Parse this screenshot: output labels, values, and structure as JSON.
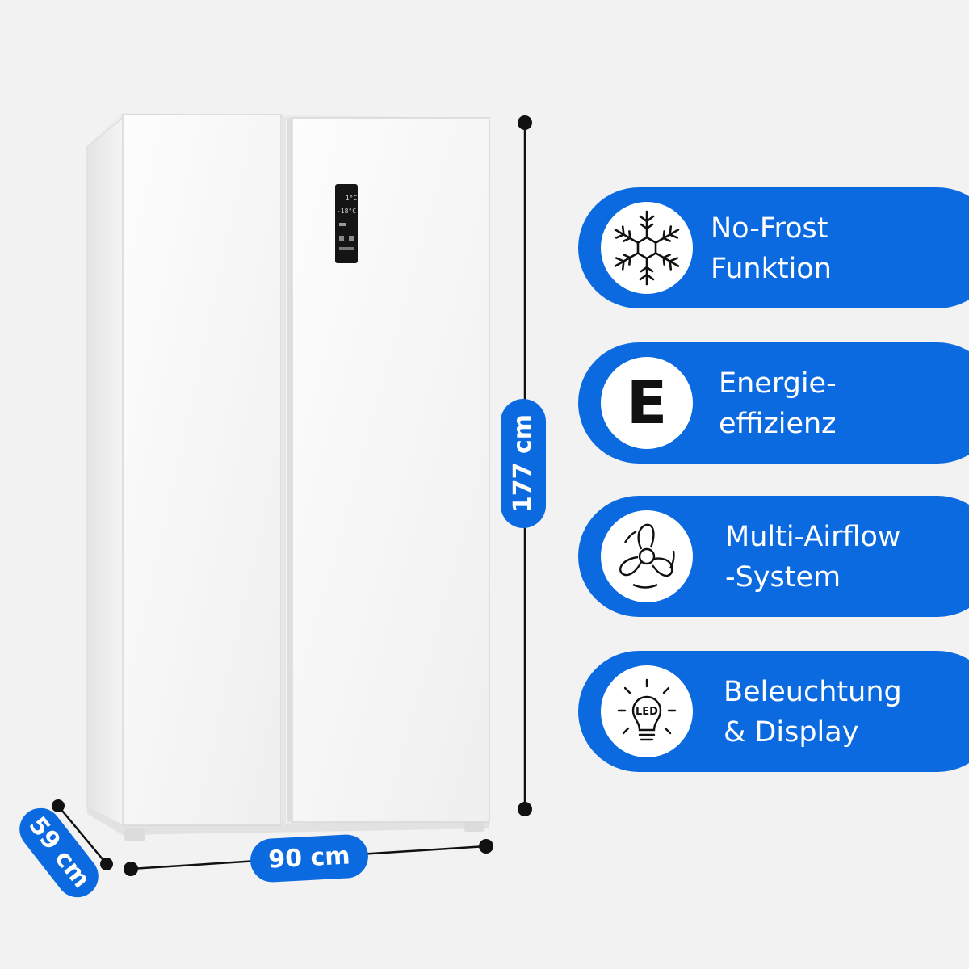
{
  "dimensions": {
    "height_label": "177 cm",
    "width_label": "90 cm",
    "depth_label": "59 cm"
  },
  "display_panel": {
    "fridge_temp": "1°C",
    "freezer_temp": "-18°C"
  },
  "features": [
    {
      "icon": "snowflake-icon",
      "line1": "No-Frost",
      "line2": "Funktion"
    },
    {
      "icon": "energy-class-icon",
      "badge": "E",
      "line1": "Energie-",
      "line2": "effizienz"
    },
    {
      "icon": "fan-icon",
      "line1": "Multi-Airflow",
      "line2": "-System"
    },
    {
      "icon": "led-bulb-icon",
      "badge": "LED",
      "line1": "Beleuchtung",
      "line2": "& Display"
    }
  ],
  "colors": {
    "accent": "#0c6ae0",
    "background": "#f2f2f2",
    "fridge": "#ffffff",
    "dot": "#111111"
  }
}
